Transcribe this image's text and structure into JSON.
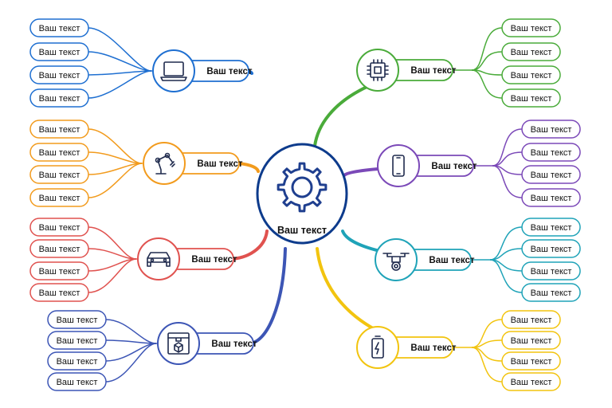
{
  "center": {
    "label": "Ваш текст",
    "icon": "gear-icon",
    "color": "#0d3b8c"
  },
  "branches": [
    {
      "id": "laptop",
      "icon": "laptop-icon",
      "color": "#1e6fd1",
      "label": "Ваш текст",
      "leaves": [
        "Ваш текст",
        "Ваш текст",
        "Ваш текст",
        "Ваш текст"
      ]
    },
    {
      "id": "robot-arm",
      "icon": "robot-arm-icon",
      "color": "#f29b1d",
      "label": "Ваш текст",
      "leaves": [
        "Ваш текст",
        "Ваш текст",
        "Ваш текст",
        "Ваш текст"
      ]
    },
    {
      "id": "car",
      "icon": "car-icon",
      "color": "#e0524f",
      "label": "Ваш текст",
      "leaves": [
        "Ваш текст",
        "Ваш текст",
        "Ваш текст",
        "Ваш текст"
      ]
    },
    {
      "id": "3d-printer",
      "icon": "3d-printer-icon",
      "color": "#3c55b5",
      "label": "Ваш текст",
      "leaves": [
        "Ваш текст",
        "Ваш текст",
        "Ваш текст",
        "Ваш текст"
      ]
    },
    {
      "id": "chip",
      "icon": "chip-icon",
      "color": "#4aab3a",
      "label": "Ваш текст",
      "leaves": [
        "Ваш текст",
        "Ваш текст",
        "Ваш текст",
        "Ваш текст"
      ]
    },
    {
      "id": "smartphone",
      "icon": "smartphone-icon",
      "color": "#7b49b8",
      "label": "Ваш текст",
      "leaves": [
        "Ваш текст",
        "Ваш текст",
        "Ваш текст",
        "Ваш текст"
      ]
    },
    {
      "id": "drone",
      "icon": "drone-icon",
      "color": "#1fa3b8",
      "label": "Ваш текст",
      "leaves": [
        "Ваш текст",
        "Ваш текст",
        "Ваш текст",
        "Ваш текст"
      ]
    },
    {
      "id": "battery",
      "icon": "battery-icon",
      "color": "#f2c40f",
      "label": "Ваш текст",
      "leaves": [
        "Ваш текст",
        "Ваш текст",
        "Ваш текст",
        "Ваш текст"
      ]
    }
  ]
}
